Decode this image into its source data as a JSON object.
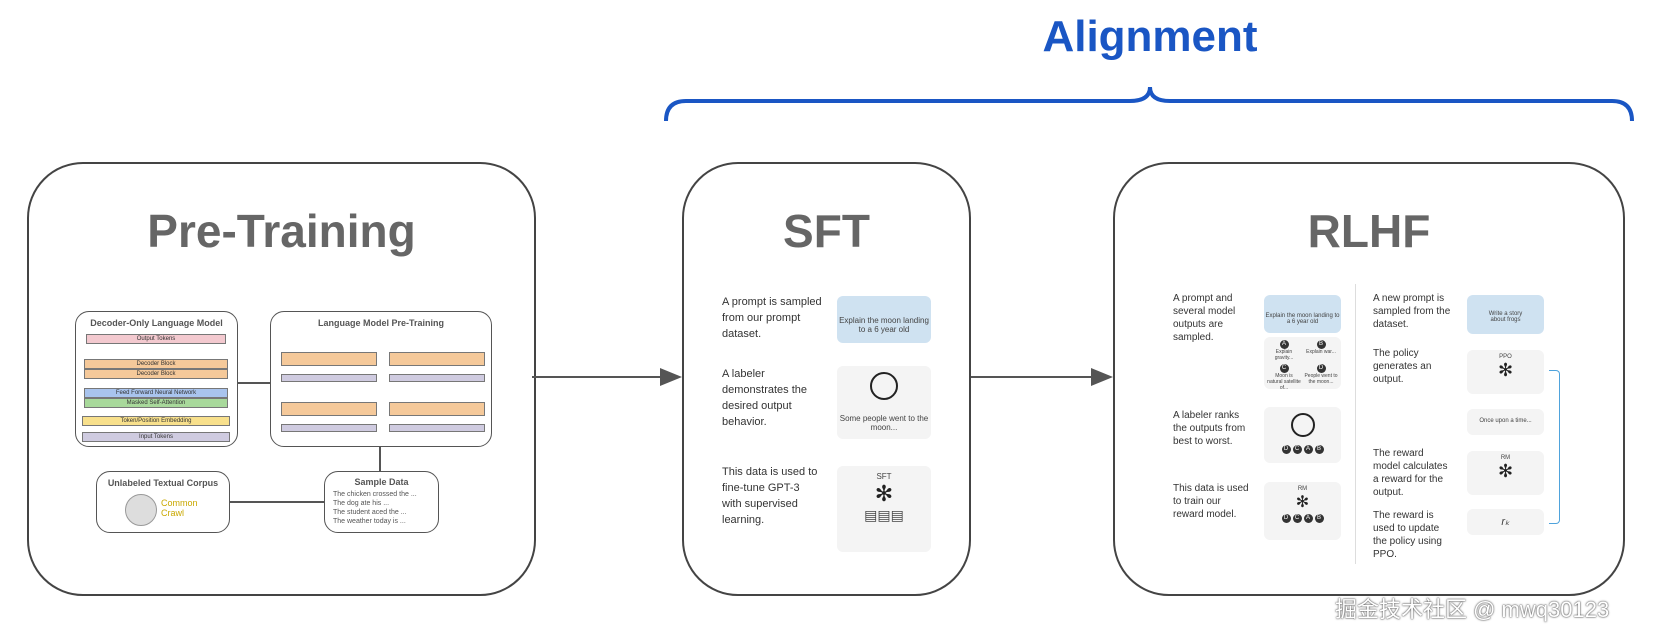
{
  "alignment_label": "Alignment",
  "colors": {
    "alignment": "#1a56c4",
    "box_border": "#444444",
    "title_gray": "#666666"
  },
  "pretraining": {
    "title": "Pre-Training",
    "decoder_model": {
      "title": "Decoder-Only Language Model",
      "output": "Output Tokens",
      "block1": "Decoder Block",
      "block2": "Decoder Block",
      "ffn": "Feed Forward Neural Network",
      "attn": "Masked Self-Attention",
      "embed": "Token/Position Embedding",
      "input": "Input Tokens"
    },
    "lm_pretraining": {
      "title": "Language Model Pre-Training"
    },
    "corpus": {
      "title": "Unlabeled Textual Corpus",
      "logo": "Common Crawl"
    },
    "sample": {
      "title": "Sample Data",
      "lines": [
        "The chicken crossed the ...",
        "The dog ate his ...",
        "The student aced the ...",
        "The weather today is ..."
      ]
    }
  },
  "sft": {
    "title": "SFT",
    "steps": [
      "A prompt is sampled from our prompt dataset.",
      "A labeler demonstrates the desired output behavior.",
      "This data is used to fine-tune GPT-3 with supervised learning."
    ],
    "prompt_card": "Explain the moon landing to a 6 year old",
    "labeler_card": "Some people went to the moon...",
    "model_card": "SFT"
  },
  "rlhf": {
    "title": "RLHF",
    "left_steps": [
      "A prompt and several model outputs are sampled.",
      "A labeler ranks the outputs from best to worst.",
      "This data is used to train our reward model."
    ],
    "prompt_card": "Explain the moon landing to a 6 year old",
    "outputs": [
      {
        "k": "A",
        "t": "Explain gravity..."
      },
      {
        "k": "B",
        "t": "Explain war..."
      },
      {
        "k": "C",
        "t": "Moon is natural satellite of..."
      },
      {
        "k": "D",
        "t": "People went to the moon..."
      }
    ],
    "ranking": [
      "D",
      "C",
      "A",
      "B"
    ],
    "rm_label": "RM",
    "right_steps": [
      "A new prompt is sampled from the dataset.",
      "The policy generates an output.",
      "The reward model calculates a reward for the output.",
      "The reward is used to update the policy using PPO."
    ],
    "frog_card": "Write a story about frogs",
    "ppo_label": "PPO",
    "output_card": "Once upon a time...",
    "reward_symbol": "rₖ"
  },
  "watermark": "掘金技术社区 @ mwq30123"
}
